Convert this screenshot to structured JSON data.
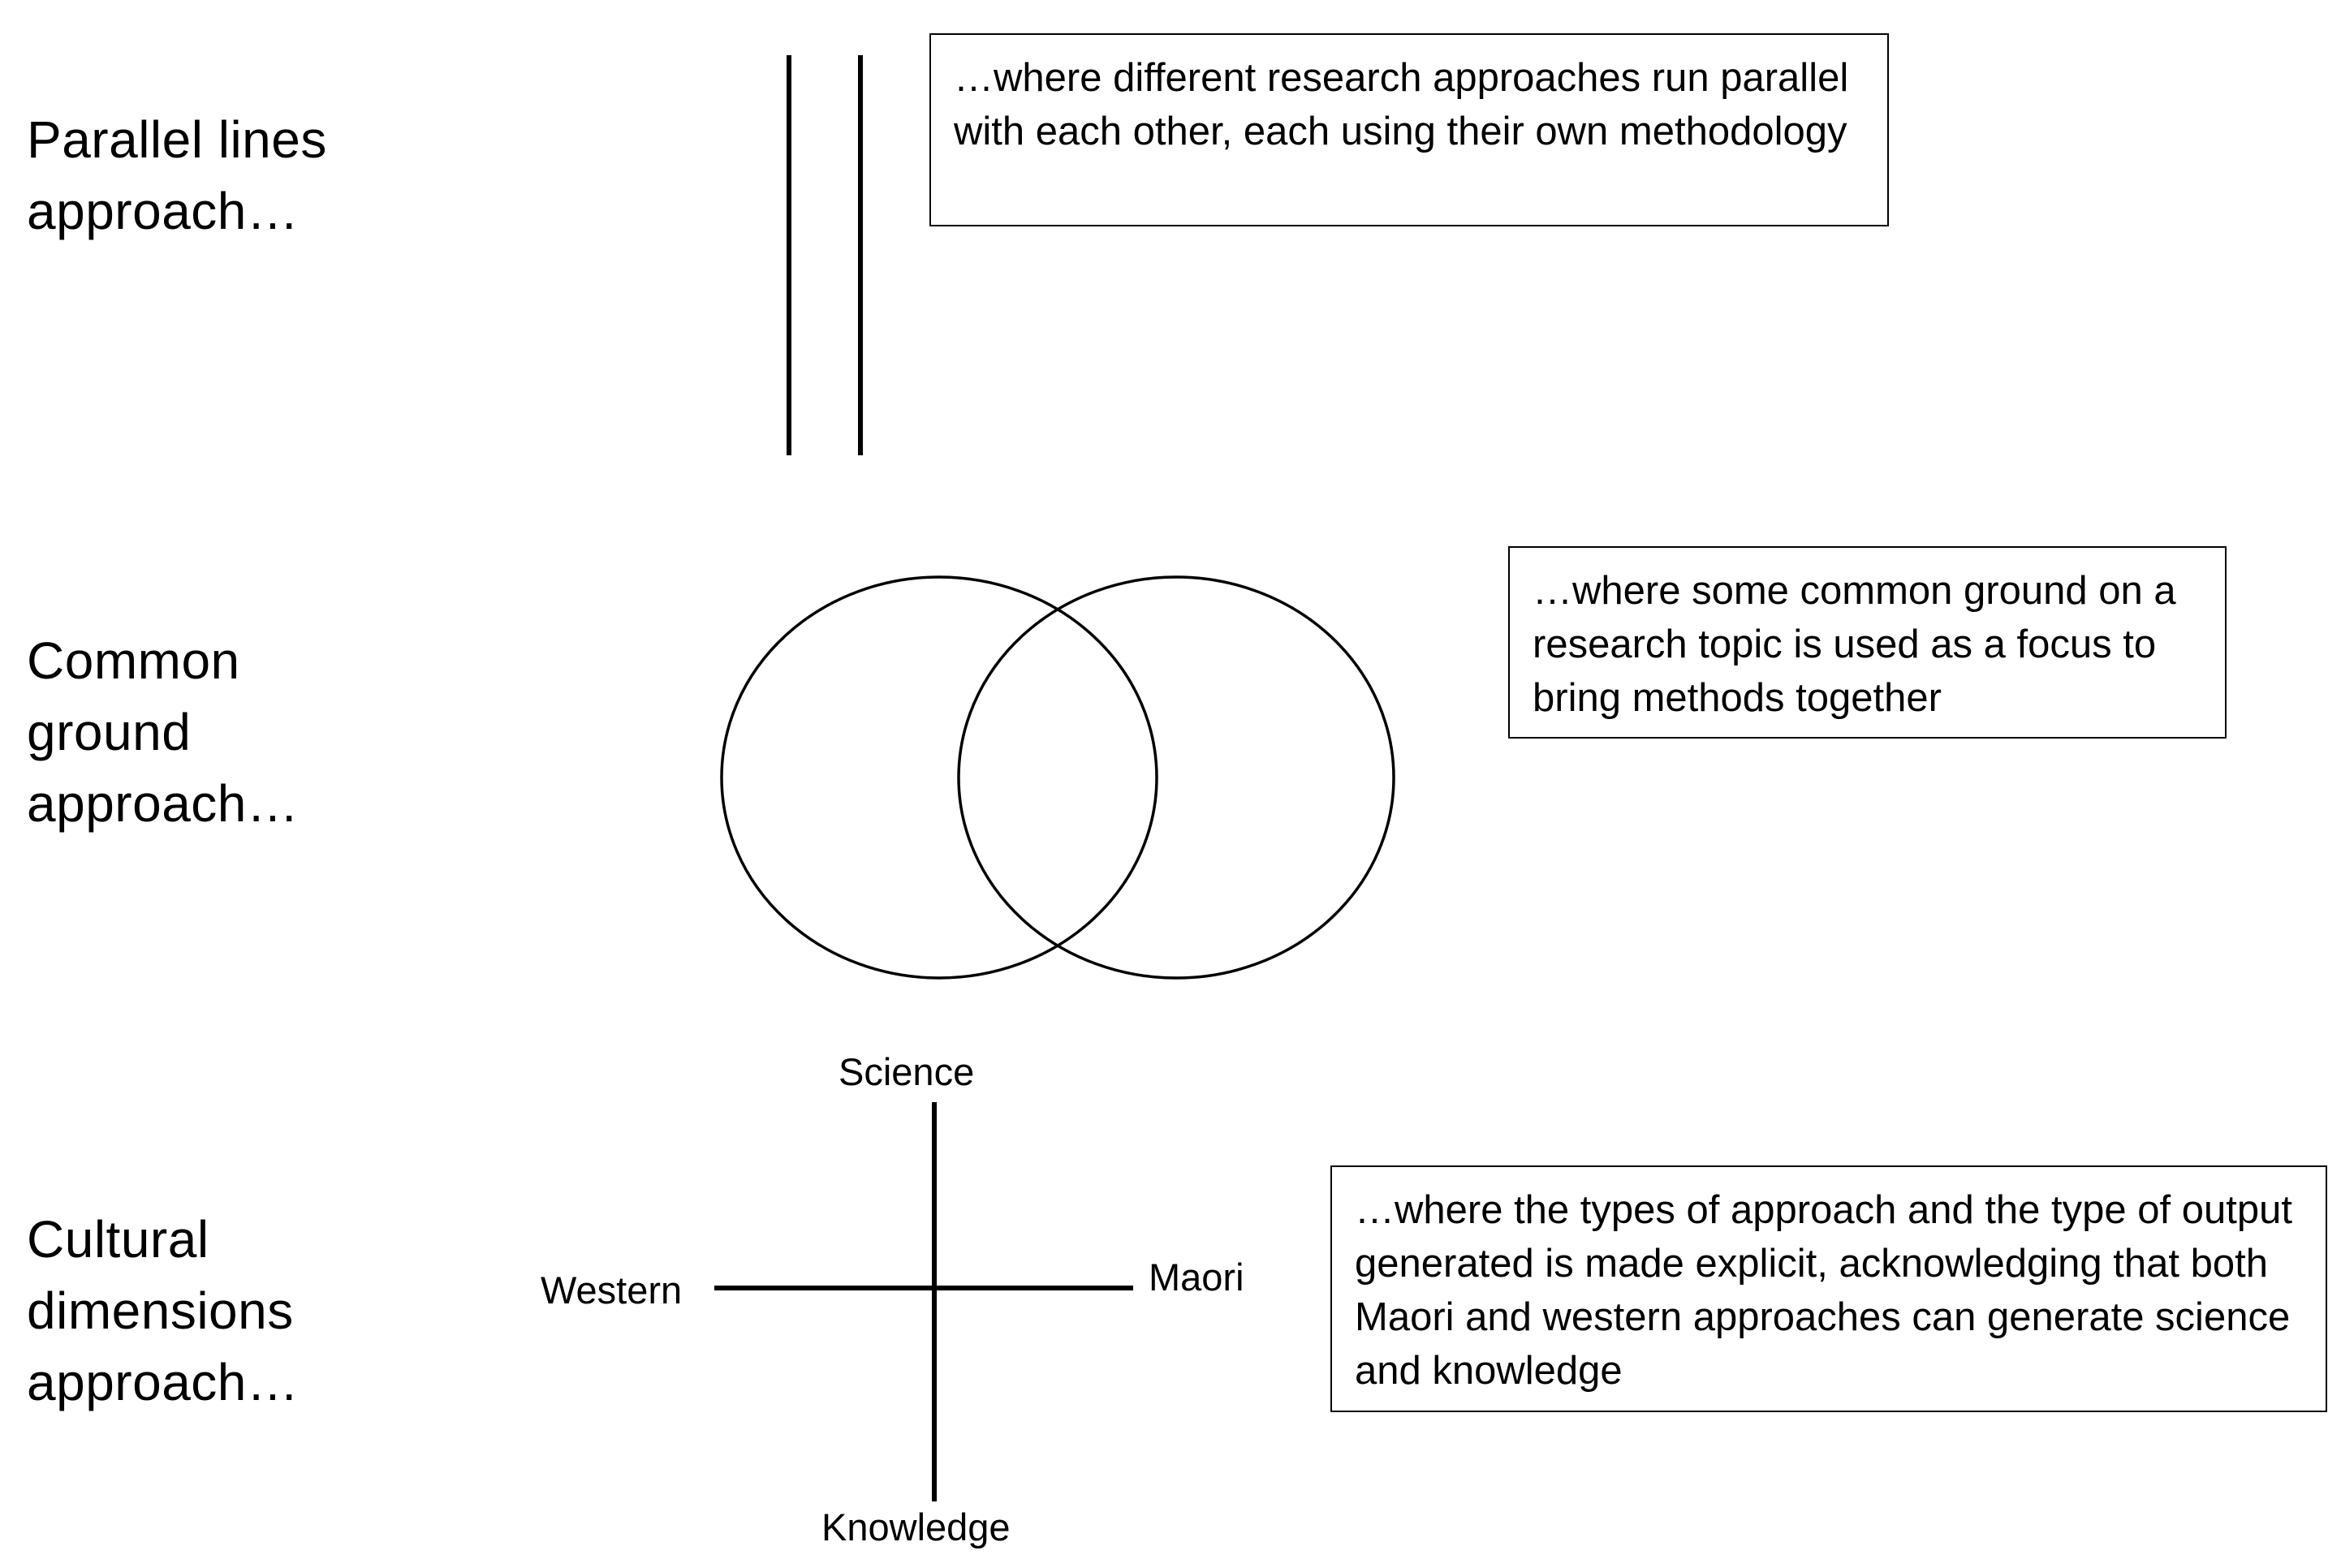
{
  "sections": {
    "parallel": {
      "title": "Parallel lines\napproach…",
      "description": "…where different research approaches run parallel with each other, each using their own methodology"
    },
    "common": {
      "title": "Common\nground\napproach…",
      "description": "…where some common ground on a research topic is used as a focus to bring methods together"
    },
    "cultural": {
      "title": "Cultural\ndimensions\napproach…",
      "description": "…where the types of approach and the type of output generated is made explicit, acknowledging that both Maori and western approaches can generate science and knowledge",
      "axes": {
        "top": "Science",
        "bottom": "Knowledge",
        "left": "Western",
        "right": "Maori"
      }
    }
  },
  "colors": {
    "stroke": "#000000",
    "background": "#ffffff"
  }
}
